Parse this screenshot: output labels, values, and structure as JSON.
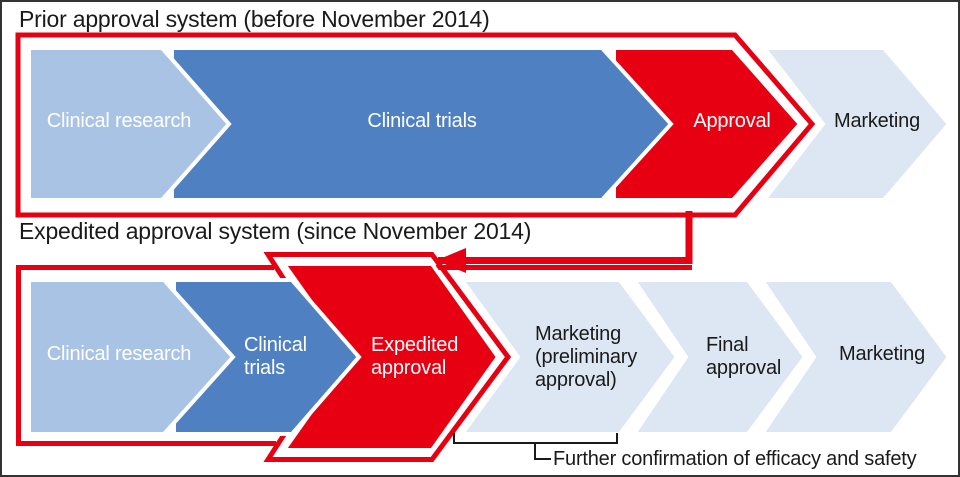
{
  "palette": {
    "red": "#e60012",
    "light_blue": "#a9c3e4",
    "medium_blue": "#4e80c2",
    "pale_blue": "#dde7f3",
    "text": "#1a1a1a",
    "shape_gap_white": "#ffffff"
  },
  "top_section": {
    "title": "Prior approval system (before November 2014)",
    "steps": [
      {
        "label": "Clinical research"
      },
      {
        "label": "Clinical trials"
      },
      {
        "label": "Approval"
      },
      {
        "label": "Marketing"
      }
    ]
  },
  "bottom_section": {
    "title": "Expedited approval system (since November 2014)",
    "steps": [
      {
        "lines": [
          "Clinical research"
        ]
      },
      {
        "lines": [
          "Clinical",
          "trials"
        ]
      },
      {
        "lines": [
          "Expedited",
          "approval"
        ]
      },
      {
        "lines": [
          "Marketing",
          "(preliminary",
          "approval)"
        ]
      },
      {
        "lines": [
          "Final",
          "approval"
        ]
      },
      {
        "lines": [
          "Marketing"
        ]
      }
    ],
    "bracket_note": "Further confirmation of efficacy and safety"
  }
}
